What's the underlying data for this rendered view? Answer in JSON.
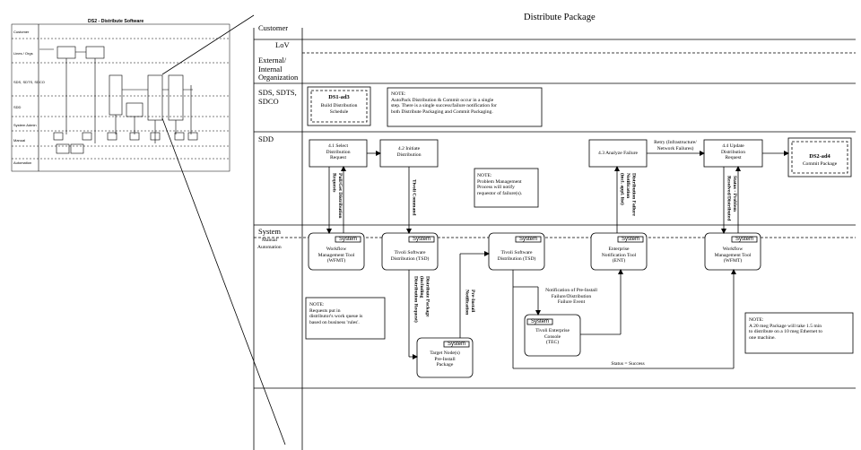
{
  "title": "Distribute Package",
  "lanes": {
    "customer": "Customer",
    "lov": "LoV",
    "external": "External/\nInternal\nOrganization",
    "sds": "SDS, SDTS,\nSDCO",
    "sdd": "SDD",
    "system": "System",
    "manual": "Manual",
    "automation": "Automation"
  },
  "nodes": {
    "ds1": {
      "title": "DS1-ad3",
      "label": "Build Distribution\nSchedule"
    },
    "n41": "4.1 Select\nDistribution\nRequest",
    "n42": "4.2 Initiate\nDistribution",
    "n43": "4.3 Analyze Failure",
    "n44": "4.4 Update\nDistribution\nRequest",
    "ds2": {
      "title": "DS2-ad4",
      "label": "Commit Package"
    }
  },
  "systems": {
    "tag": "System",
    "wfmt1": "Workflow\nManagement Tool\n(WFMT)",
    "tsd1": "Tivoli Software\nDistribution (TSD)",
    "tsd2": "Tivoli Software\nDistribution (TSD)",
    "ent": "Enterprise\nNotification Tool\n(ENT)",
    "wfmt2": "Workflow\nManagement Tool\n(WFMT)",
    "tec": "Tivoli Enterprise\nConsole\n(TEC)",
    "target": "Target Node(s)\nPre-Install\nPackage"
  },
  "notes": {
    "autopack": "NOTE:\nAutoPack Distribution & Commit occur in a single\nstep. There is a single success/failure notification for\nboth Distribute Packaging and Commit Packaging.",
    "problem": "NOTE:\nProblem Management\nProcess will notify\nrequestor of failure(s).",
    "queue": "NOTE:\nRequests put in\ndistributor's work queue is\nbased on business 'rules'.",
    "size": "NOTE:\nA 20 meg Package will take 1.5 min\nto distribute on a 10 meg Ethernet to\none machine."
  },
  "flows": {
    "pull": "Pull/Get Distribution\nRequests",
    "tivoli_command": "Tivoli Command",
    "distribute_package": "Distribute Package\n(including\nDistribution Request)",
    "pre_install": "Pre-Install\nNotification",
    "notif_tec": "Notification of Pre-Install\nFailure/Distribution\nFailure Event",
    "fault_notif": "Distribution Failure\nNotification\n(incl. appl. list)",
    "retry": "Retry (Infrastructure/\nNetwork Failures)",
    "status_problem": "Status - Problem\nResolved/Distributed",
    "status_success": "Status = Success"
  },
  "thumbnail": {
    "title": "DS2 - Distribute Software",
    "rows": [
      "Customer",
      "Lines / Orgs",
      "SDS, SDTS, SDCO",
      "SDD",
      "System Admin",
      "Manual",
      "Automation"
    ]
  }
}
